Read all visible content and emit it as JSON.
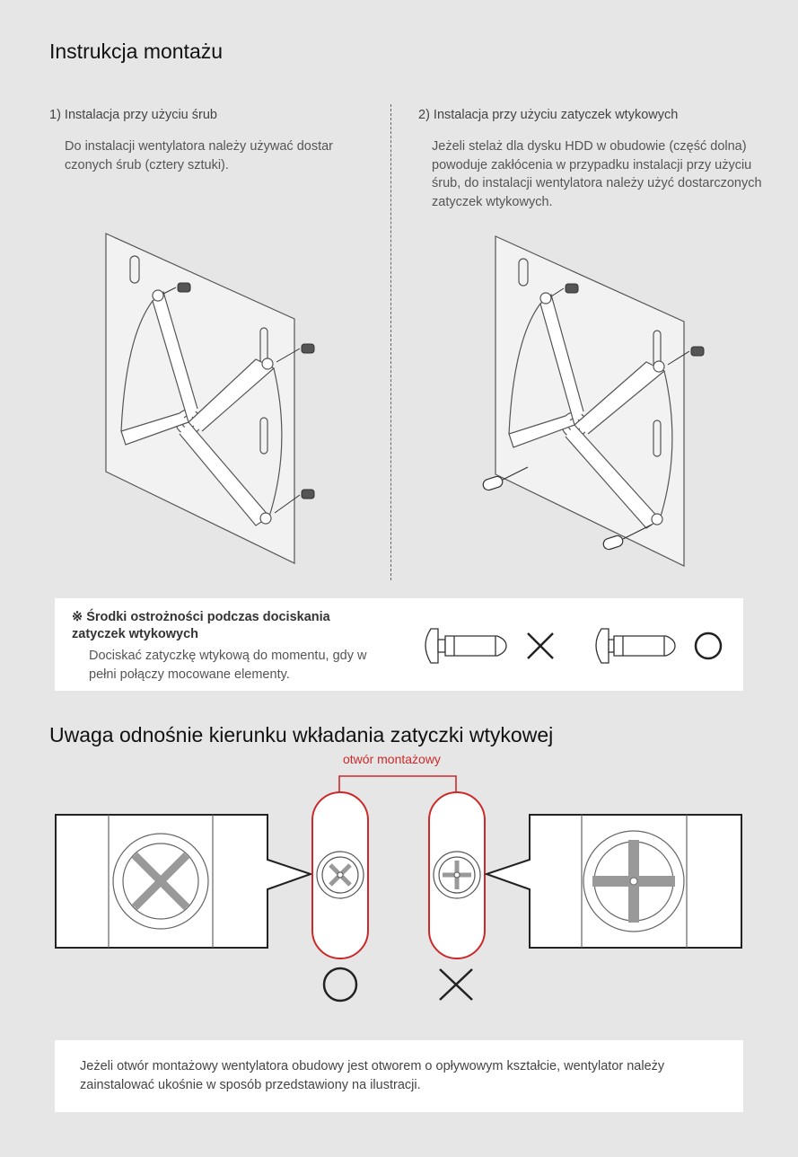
{
  "page_title": "Instrukcja montażu",
  "section1": {
    "heading": "1) Instalacja przy użyciu śrub",
    "body": "Do instalacji wentylatora należy używać dostar czonych śrub (cztery sztuki)."
  },
  "section2": {
    "heading": "2) Instalacja przy użyciu zatyczek wtykowych",
    "body": "Jeżeli stelaż dla dysku HDD w obudowie (część dolna) powoduje zakłócenia w przypadku instalacji przy użyciu śrub, do instalacji wentylatora należy użyć dostarczonych zatyczek wtykowych."
  },
  "caution": {
    "mark": "※",
    "title": "Środki ostrożności podczas dociskania zatyczek wtykowych",
    "body": "Dociskać zatyczkę wtykową do momentu, gdy w pełni połączy mocowane elementy."
  },
  "orientation": {
    "title": "Uwaga odnośnie kierunku wkładania zatyczki wtykowej",
    "hole_label": "otwór montażowy"
  },
  "note": {
    "text": "Jeżeli otwór montażowy wentylatora obudowy jest otworem o opływowym kształcie, wentylator należy zainstalować ukośnie w sposób przedstawiony na ilustracji."
  },
  "colors": {
    "accent_red": "#cc2a2a",
    "background": "#e6e6e6"
  }
}
